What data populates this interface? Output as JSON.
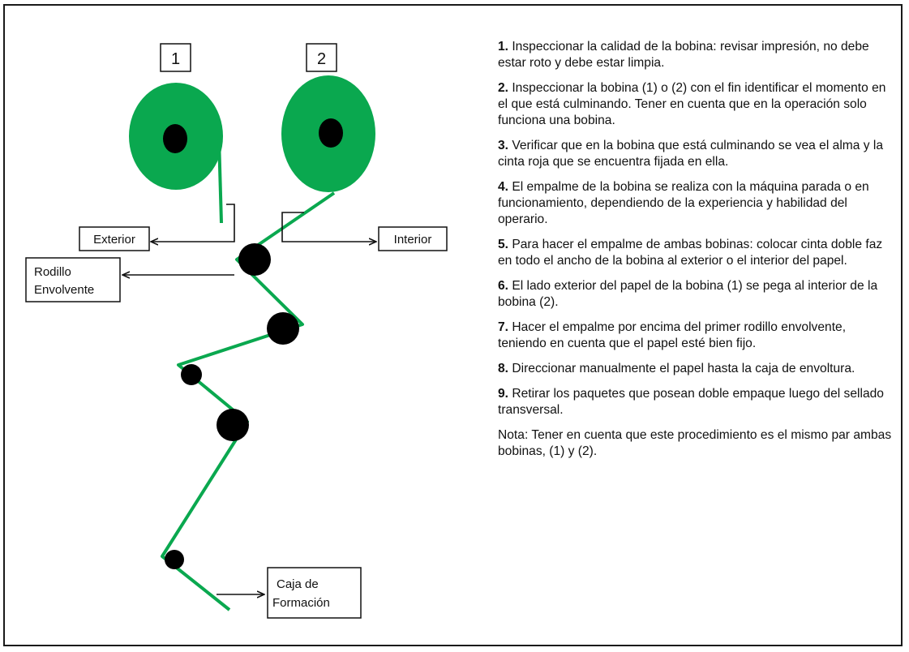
{
  "diagram": {
    "spool_labels": [
      "1",
      "2"
    ],
    "callouts": {
      "exterior": "Exterior",
      "interior": "Interior",
      "rodillo_line1": "Rodillo",
      "rodillo_line2": "Envolvente",
      "caja_line1": "Caja de",
      "caja_line2": "Formación"
    },
    "colors": {
      "paper": "#0aa84f",
      "roller": "#000000",
      "spool": "#0aa84f"
    }
  },
  "steps": [
    {
      "num": "1.",
      "text": " Inspeccionar la calidad de la bobina: revisar impresión, no debe estar roto y debe estar limpia."
    },
    {
      "num": "2.",
      "text": " Inspeccionar la bobina (1) o (2) con el fin identificar el momento en el que está culminando. Tener en cuenta que en la operación solo funciona una bobina."
    },
    {
      "num": "3.",
      "text": " Verificar que en la bobina que está culminando se vea el alma y la cinta roja que se encuentra fijada en ella."
    },
    {
      "num": "4.",
      "text": " El empalme de la bobina se realiza con la máquina parada o en funcionamiento, dependiendo de la experiencia y habilidad del operario."
    },
    {
      "num": "5.",
      "text": " Para hacer el empalme de ambas bobinas: colocar cinta doble faz en todo el ancho de la bobina al exterior o el interior del papel."
    },
    {
      "num": "6.",
      "text": " El lado exterior del papel de la bobina (1) se pega al interior de la bobina (2)."
    },
    {
      "num": "7.",
      "text": " Hacer el empalme por encima del primer rodillo envolvente, teniendo en cuenta que el papel esté bien fijo."
    },
    {
      "num": "8.",
      "text": " Direccionar manualmente el papel hasta la caja de envoltura."
    },
    {
      "num": "9.",
      "text": " Retirar los paquetes que posean doble empaque luego del sellado transversal."
    }
  ],
  "note": "Nota: Tener en cuenta que este procedimiento es el mismo par ambas bobinas, (1) y (2)."
}
